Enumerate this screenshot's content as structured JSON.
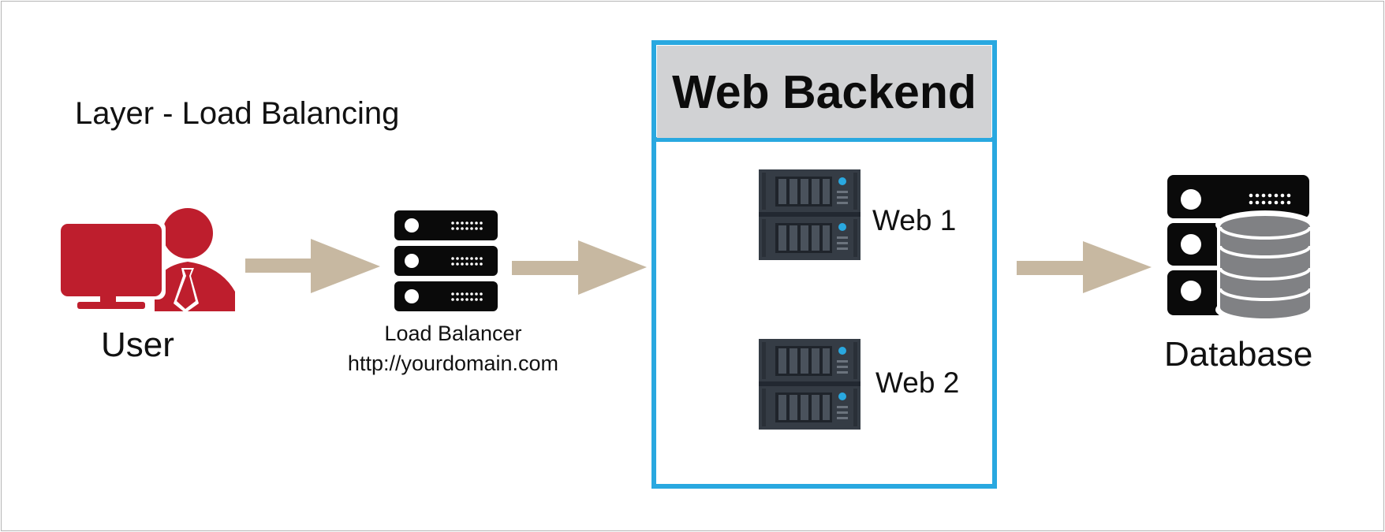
{
  "title": "Layer - Load Balancing",
  "nodes": {
    "user": {
      "label": "User",
      "icon": "user-computer-icon"
    },
    "load_balancer": {
      "label": "Load Balancer",
      "url": "http://yourdomain.com",
      "icon": "server-rack-icon"
    },
    "backend": {
      "title": "Web Backend",
      "servers": [
        {
          "label": "Web 1",
          "icon": "server-icon"
        },
        {
          "label": "Web 2",
          "icon": "server-icon"
        }
      ]
    },
    "database": {
      "label": "Database",
      "icon": "database-server-icon"
    }
  },
  "colors": {
    "user_icon": "#be1e2d",
    "arrow": "#c7b8a1",
    "backend_border": "#29a8e0",
    "backend_header_bg": "#d1d2d4",
    "server_dark": "#353c45",
    "server_led": "#29a8e0",
    "rack_black": "#0a0a0a",
    "db_gray": "#808184"
  }
}
